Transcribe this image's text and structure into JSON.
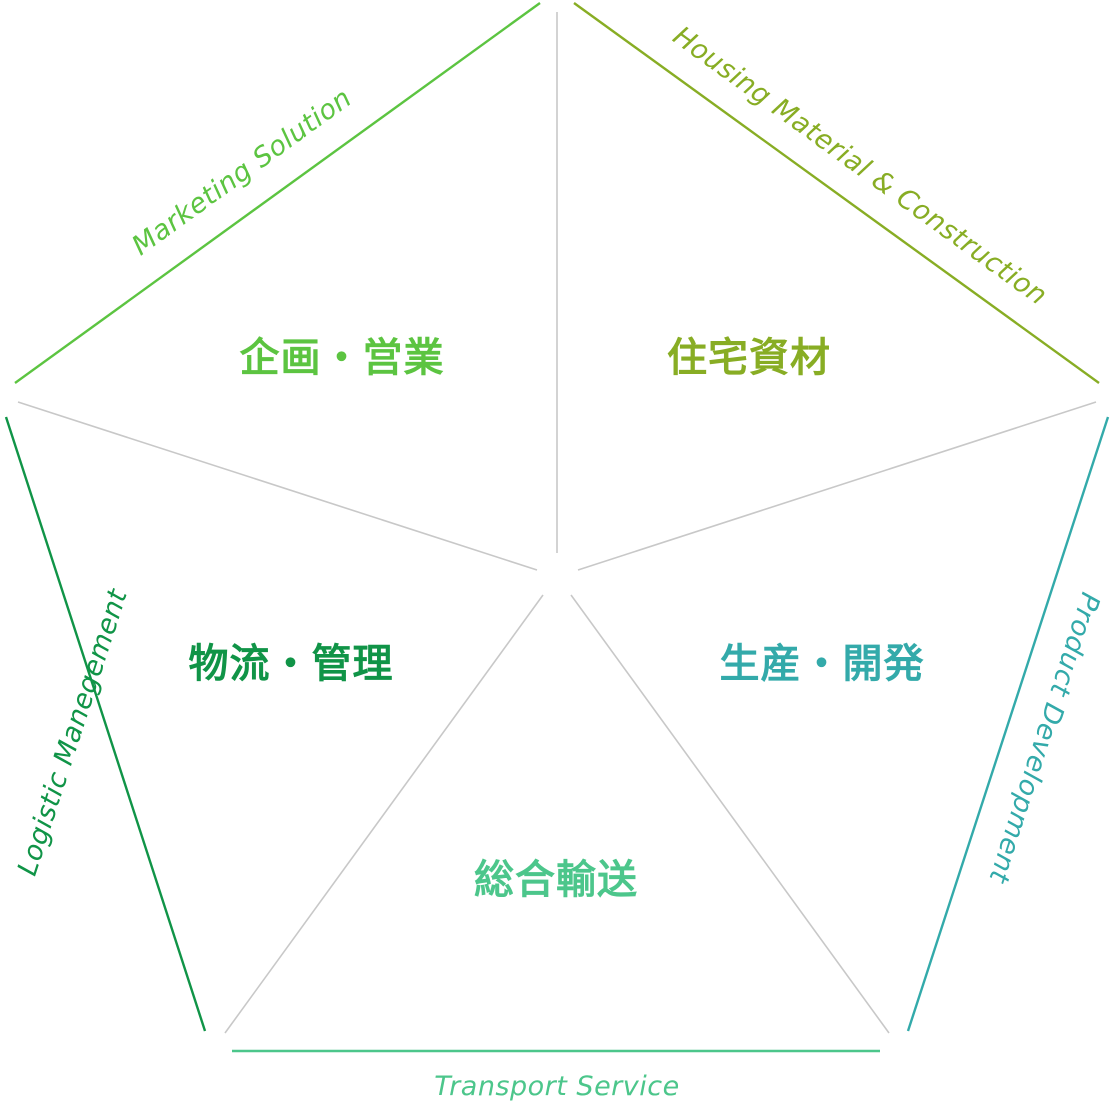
{
  "segments": [
    {
      "id": "marketing",
      "title": "企画・営業",
      "edge_label": "Marketing Solution",
      "color": "#5cc441"
    },
    {
      "id": "housing",
      "title": "住宅資材",
      "edge_label": "Housing Material & Construction",
      "color": "#88ad24"
    },
    {
      "id": "production",
      "title": "生産・開発",
      "edge_label": "Product Development",
      "color": "#33aaaa"
    },
    {
      "id": "transport",
      "title": "総合輸送",
      "edge_label": "Transport Service",
      "color": "#4cc68b"
    },
    {
      "id": "logistic",
      "title": "物流・管理",
      "edge_label": "Logistic Manegement",
      "color": "#109447"
    }
  ],
  "divider_color": "#c8c8c8"
}
